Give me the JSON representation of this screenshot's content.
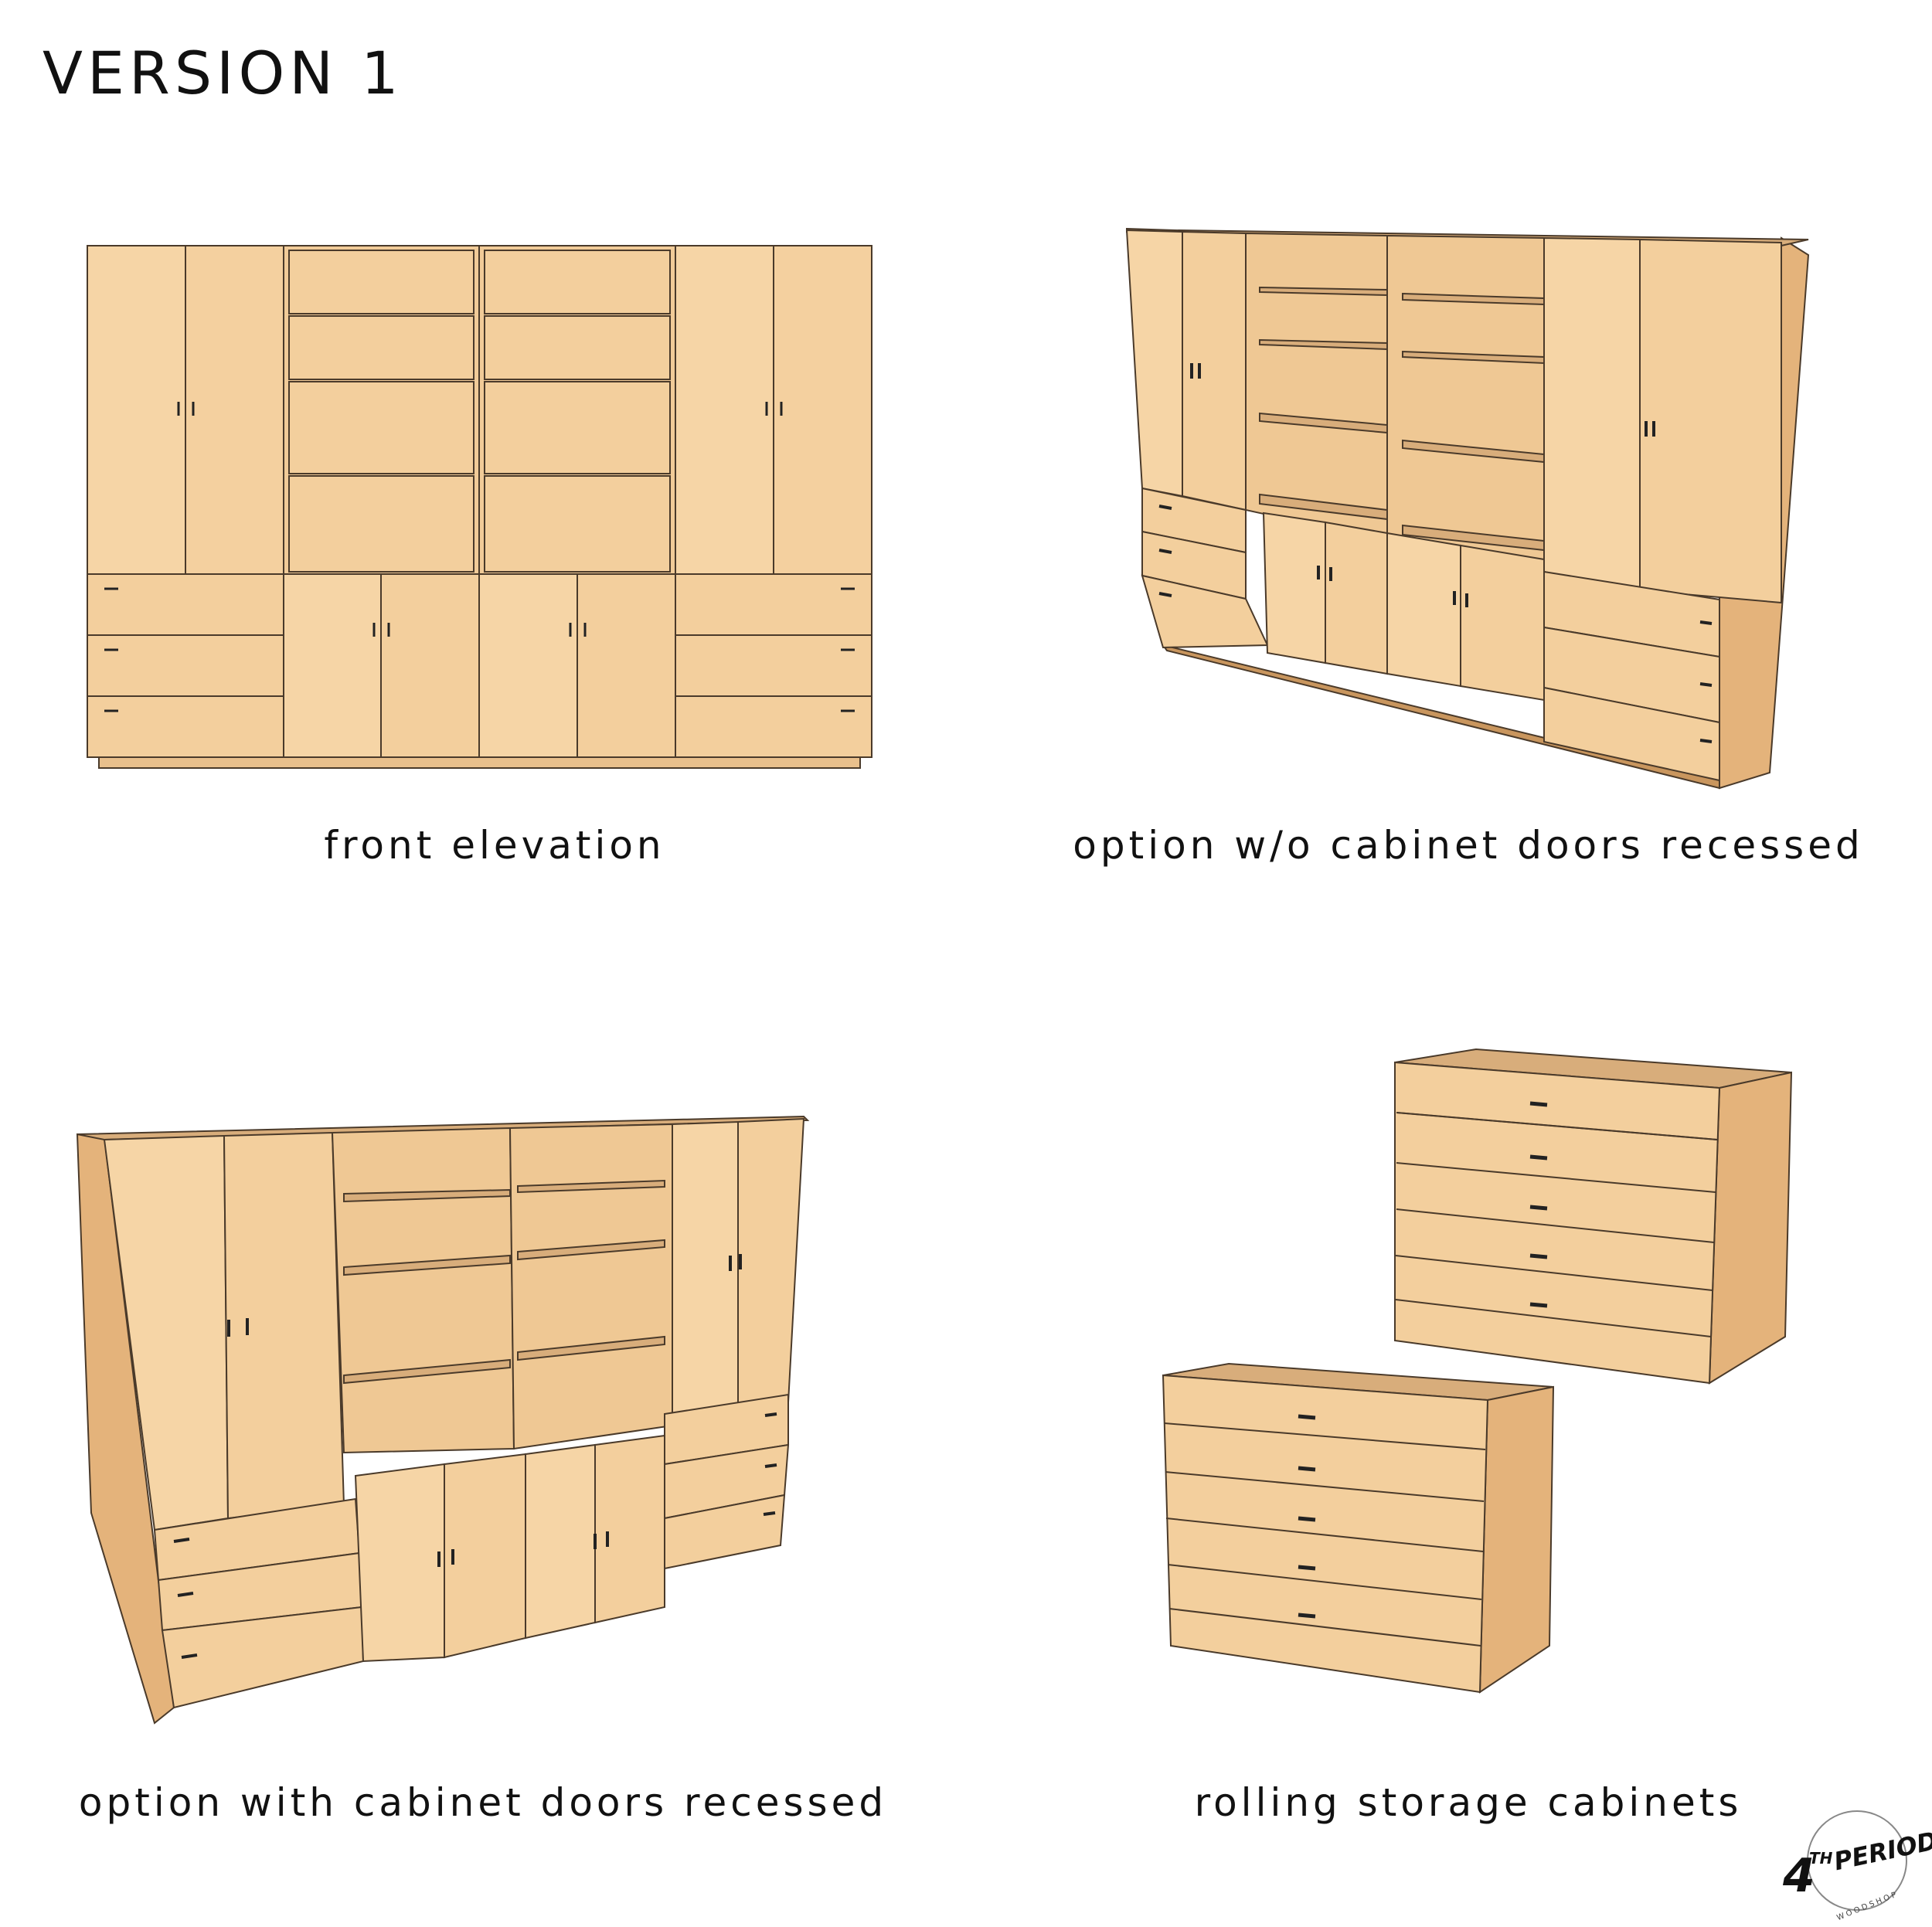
{
  "page": {
    "title": "VERSION 1"
  },
  "views": [
    {
      "id": "front",
      "caption": "front elevation"
    },
    {
      "id": "open",
      "caption": "option w/o cabinet doors recessed"
    },
    {
      "id": "doors",
      "caption": "option with cabinet doors recessed"
    },
    {
      "id": "rolling",
      "caption": "rolling storage cabinets"
    }
  ],
  "logo": {
    "number": "4",
    "superscript": "TH",
    "word": "PERIOD",
    "sub": "WOODSHOP"
  },
  "colors": {
    "wood": "#f3cf9d",
    "wood_light": "#f8dcb2",
    "wood_side": "#e4b37b",
    "wood_top": "#d8ad7b",
    "wood_dark": "#c9965e",
    "line": "#4a3a2a",
    "handle": "#222222"
  }
}
